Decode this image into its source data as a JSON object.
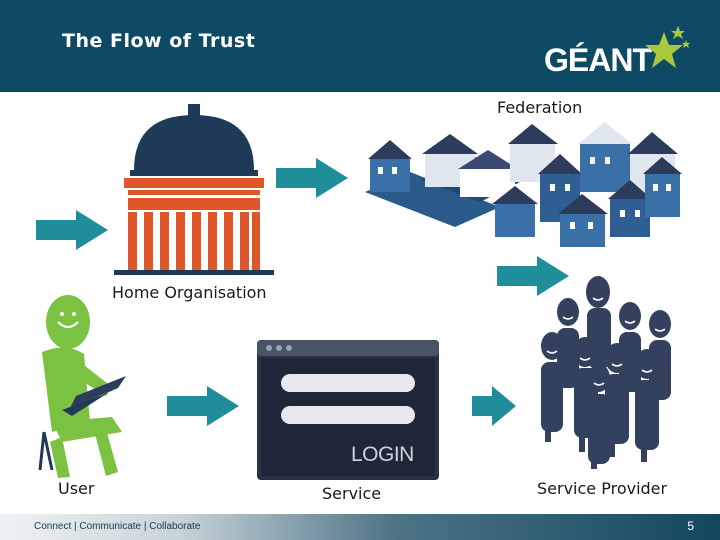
{
  "header": {
    "title": "The Flow of Trust",
    "logo_text": "GÉANT",
    "bg_color": "#0e4a63"
  },
  "labels": {
    "federation": "Federation",
    "home_organisation": "Home Organisation",
    "user": "User",
    "service": "Service",
    "service_provider": "Service Provider"
  },
  "login_window": {
    "button_label": "LOGIN"
  },
  "footer": {
    "tagline": "Connect | Communicate | Collaborate",
    "page_number": "5"
  },
  "colors": {
    "arrow": "#1f8e9a",
    "dome": "#1f3a57",
    "building": "#e0562b",
    "user": "#7cc242",
    "people": "#33415f",
    "houses": "#2a5a8a"
  }
}
